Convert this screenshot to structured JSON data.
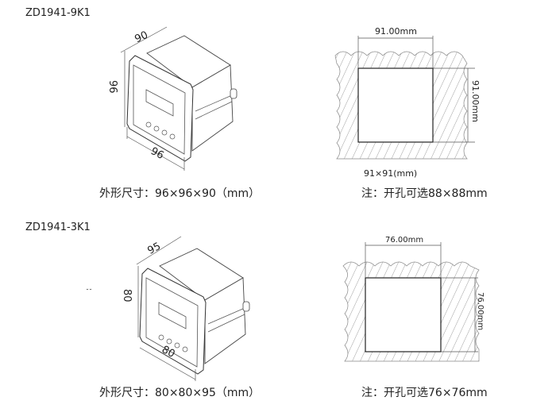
{
  "models": [
    {
      "name": "ZD1941-9K1",
      "dim_depth": "90",
      "dim_height": "96",
      "dim_width": "96",
      "outline_caption": "外形尺寸：96×96×90（mm）",
      "cutout_width_label": "91.00mm",
      "cutout_height_label": "91.00mm",
      "cutout_size": "91×91(mm)",
      "note": "注：开孔可选88×88mm"
    },
    {
      "name": "ZD1941-3K1",
      "dim_depth": "95",
      "dim_height": "80",
      "dim_width": "80",
      "outline_caption": "外形尺寸：80×80×95（mm）",
      "cutout_width_label": "76.00mm",
      "cutout_height_label": "76.00mm",
      "note": "注：开孔可选76×76mm"
    }
  ]
}
